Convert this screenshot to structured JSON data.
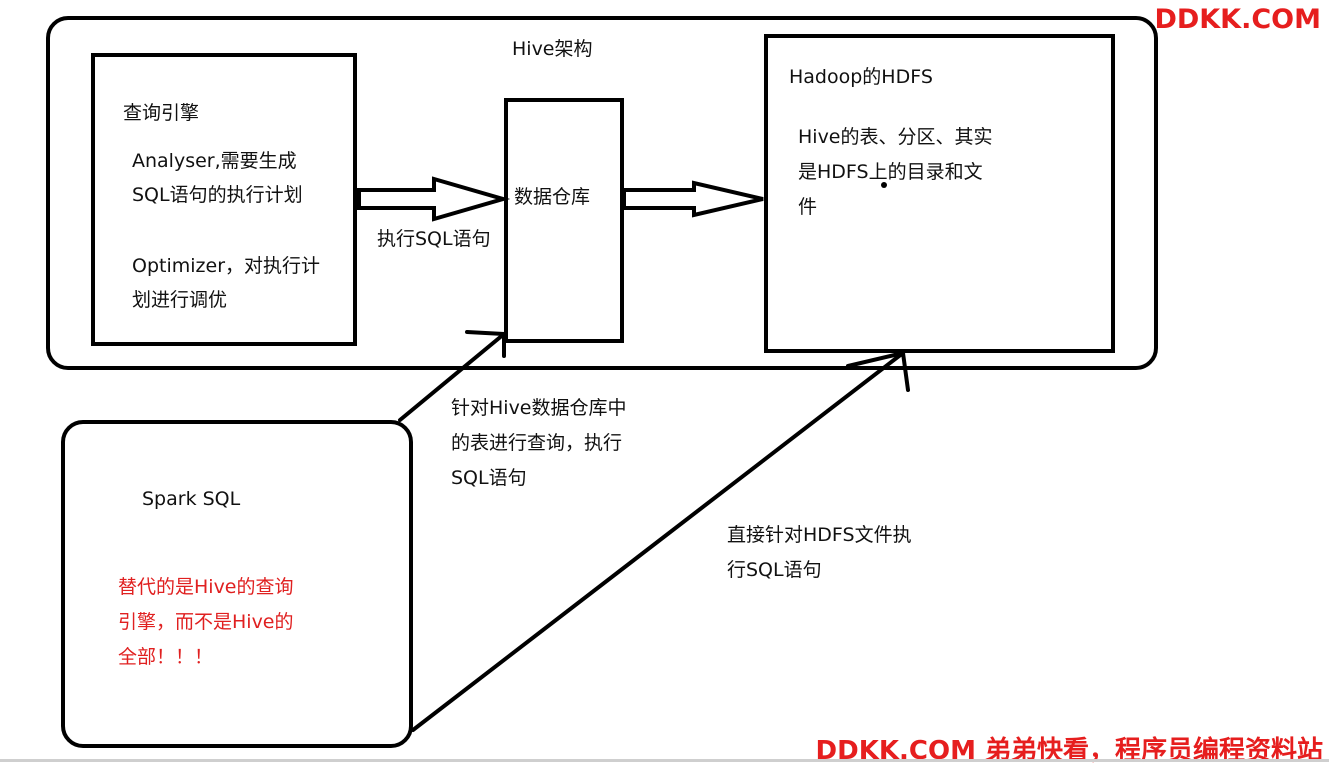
{
  "watermark": {
    "top": "DDKK.COM",
    "bottom": "DDKK.COM 弟弟快看，程序员编程资料站"
  },
  "hive": {
    "title": "Hive架构",
    "query_engine": {
      "title": "查询引擎",
      "analyser": [
        "Analyser,需要生成",
        "SQL语句的执行计划"
      ],
      "optimizer": [
        "Optimizer，对执行计",
        "划进行调优"
      ]
    },
    "warehouse": {
      "label": "数据仓库"
    },
    "arrow_label": "执行SQL语句",
    "hdfs": {
      "title": "Hadoop的HDFS",
      "desc": [
        "Hive的表、分区、其实",
        "是HDFS上的目录和文",
        "件"
      ]
    }
  },
  "spark": {
    "title": "Spark SQL",
    "note": [
      "替代的是Hive的查询",
      "引擎，而不是Hive的",
      "全部！！！"
    ]
  },
  "annotations": {
    "to_warehouse": [
      "针对Hive数据仓库中",
      "的表进行查询，执行",
      "SQL语句"
    ],
    "to_hdfs": [
      "直接针对HDFS文件执",
      "行SQL语句"
    ]
  }
}
